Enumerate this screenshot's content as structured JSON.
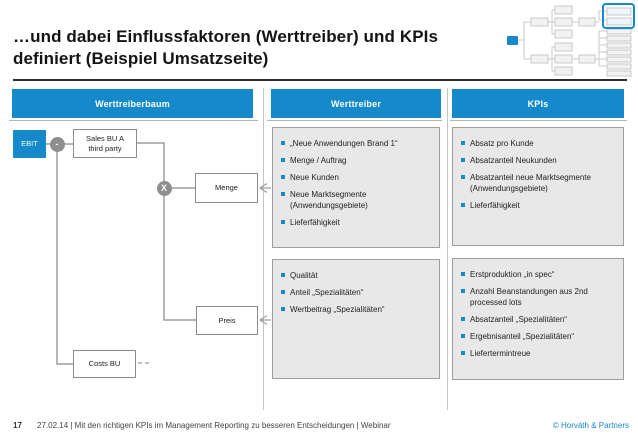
{
  "title": {
    "line1": "…und dabei Einflussfaktoren (Werttreiber) und KPIs",
    "line2": "definiert (Beispiel Umsatzseite)"
  },
  "columns": {
    "col1_header": "Werttreiberbaum",
    "col2_header": "Werttreiber",
    "col3_header": "KPIs"
  },
  "tree": {
    "ebit": "EBIT",
    "sales_line1": "Sales BU  A",
    "sales_line2": "third party",
    "menge": "Menge",
    "preis": "Preis",
    "costs": "Costs BU",
    "op_minus": "-",
    "op_times": "x"
  },
  "panels": {
    "werttreiber_menge": {
      "items": [
        "„Neue Anwendungen Brand 1“",
        "Menge / Auftrag",
        "Neue Kunden",
        "Neue Marktsegmente (Anwendungsgebiete)",
        "Lieferfähigkeit"
      ]
    },
    "werttreiber_preis": {
      "items": [
        "Qualität",
        "Anteil „Spezialitäten“",
        "Wertbeitrag „Spezialitäten“"
      ]
    },
    "kpis_menge": {
      "items": [
        "Absatz pro Kunde",
        "Absatzanteil Neukunden",
        "Absatzanteil neue Marktsegmente (Anwendungsgebiete)",
        "Lieferfähigkeit"
      ]
    },
    "kpis_preis": {
      "items": [
        "Erstproduktion „in spec“",
        "Anzahl Beanstandungen aus 2nd processed lots",
        "Absatzanteil „Spezialitäten“",
        "Ergebnisanteil „Spezialitäten“",
        "Liefertermintreue"
      ]
    }
  },
  "footer": {
    "page": "17",
    "text": "27.02.14 | Mit den richtigen KPIs im Management Reporting zu besseren Entscheidungen | Webinar",
    "copyright": "© Horváth & Partners"
  },
  "colors": {
    "accent_blue": "#1589c9",
    "panel_gray": "#e8e8e8",
    "border_gray": "#9e9e9e"
  }
}
